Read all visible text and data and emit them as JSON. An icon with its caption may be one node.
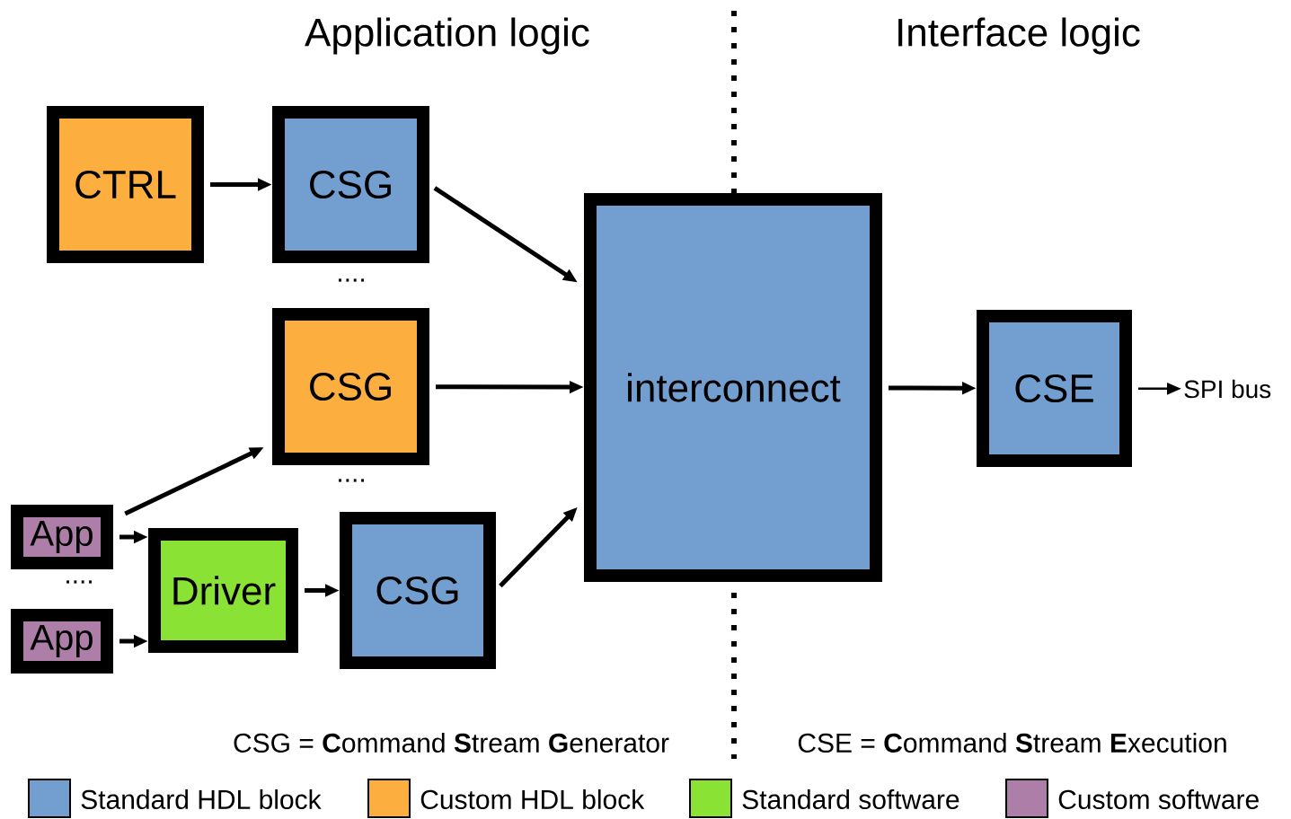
{
  "diagram": {
    "nodes": [
      {
        "text": [
          "CTRL"
        ]
      },
      {
        "text": [
          "CSG"
        ]
      },
      {
        "text": [
          "CSG"
        ]
      },
      {
        "text": [
          "App"
        ]
      },
      {
        "text": [
          "App"
        ]
      },
      {
        "text": [
          "Driver"
        ]
      },
      {
        "text": [
          "CSG"
        ]
      },
      {
        "text": [
          "interconnect"
        ]
      },
      {
        "text": [
          "CSE"
        ]
      },
      {
        "text": [
          "SPI bus"
        ]
      }
    ],
    "edges": [
      {
        "from": 0,
        "to": 1,
        "arrow": "to"
      },
      {
        "from": 1,
        "to": 7,
        "arrow": "to"
      },
      {
        "from": 2,
        "to": 7,
        "arrow": "to"
      },
      {
        "from": 3,
        "to": 2,
        "arrow": "to"
      },
      {
        "from": 3,
        "to": 5,
        "arrow": "to"
      },
      {
        "from": 4,
        "to": 5,
        "arrow": "to"
      },
      {
        "from": 5,
        "to": 6,
        "arrow": "to"
      },
      {
        "from": 6,
        "to": 7,
        "arrow": "to"
      },
      {
        "from": 7,
        "to": 8,
        "arrow": "to"
      },
      {
        "from": 8,
        "to": 9,
        "arrow": "to"
      }
    ],
    "labels": [
      "Application logic",
      "Interface logic",
      "....",
      "....",
      "....",
      "CSG = **C**ommand **S**tream **G**enerator",
      "CSE = **C**ommand **S**tream **E**xecution"
    ],
    "legend": [
      {
        "text": "Standard HDL block",
        "color": "#729fcf"
      },
      {
        "text": "Custom HDL block",
        "color": "#fcaf3e"
      },
      {
        "text": "Standard software",
        "color": "#8ae234"
      },
      {
        "text": "Custom software",
        "color": "#ad7fa8"
      }
    ]
  }
}
